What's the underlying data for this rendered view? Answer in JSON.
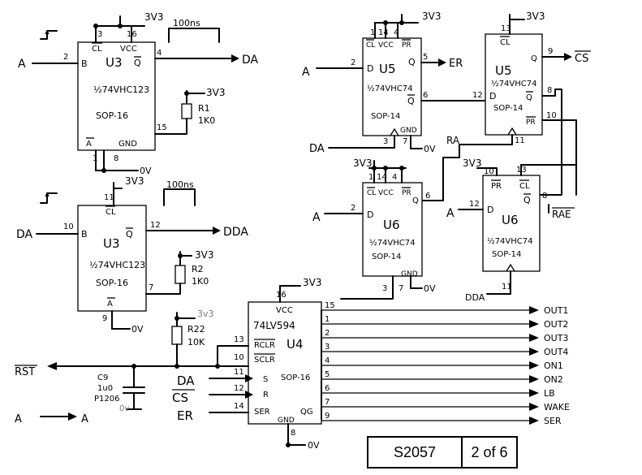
{
  "title_block": {
    "drawing_number": "S2057",
    "sheet": "2 of 6"
  },
  "power": {
    "vcc": "3V3",
    "vcc_u4": "3v3",
    "vcc_r2": "3V3",
    "gnd": "0V",
    "gnd_lc": "0v"
  },
  "u3a": {
    "designator": "U3",
    "part": "½74VHC123",
    "package": "SOP-16",
    "pin_cl": "CL",
    "pin_vcc": "VCC",
    "pin_b": "B",
    "pin_qbar": "Q",
    "pin_abar": "A",
    "pin_gnd": "GND",
    "pins": {
      "p3": "3",
      "p16": "16",
      "p2": "2",
      "p4": "4",
      "p15": "15",
      "p1": "1",
      "p8": "8"
    },
    "input": "A",
    "output": "DA",
    "pulse": "100ns",
    "resistor": "R1",
    "resistor_value": "1K0"
  },
  "u3b": {
    "designator": "U3",
    "part": "½74VHC123",
    "package": "SOP-16",
    "pin_cl": "CL",
    "pin_b": "B",
    "pin_qbar": "Q",
    "pin_abar": "A",
    "pins": {
      "p11": "11",
      "p10": "10",
      "p12": "12",
      "p7": "7",
      "p9": "9"
    },
    "input": "DA",
    "output": "DDA",
    "pulse": "100ns",
    "resistor": "R2",
    "resistor_value": "1K0"
  },
  "u5a": {
    "designator": "U5",
    "part": "½74VHC74",
    "package": "SOP-14",
    "pin_cl": "CL",
    "pin_vcc": "VCC",
    "pin_pr": "PR",
    "pin_d": "D",
    "pin_q": "Q",
    "pin_qbar": "Q",
    "pin_gnd": "GND",
    "pins": {
      "p1": "1",
      "p14": "14",
      "p4": "4",
      "p2": "2",
      "p5": "5",
      "p6": "6",
      "p3": "3",
      "p7": "7"
    },
    "input_d": "A",
    "input_clk": "DA",
    "output": "ER"
  },
  "u5b": {
    "designator": "U5",
    "part": "½74VHC74",
    "package": "SOP-14",
    "pin_cl": "CL",
    "pin_d": "D",
    "pin_q": "Q",
    "pin_qbar": "Q",
    "pin_pr": "PR",
    "pins": {
      "p13": "13",
      "p9": "9",
      "p12": "12",
      "p8": "8",
      "p10": "10",
      "p11": "11"
    },
    "output": "CS",
    "net_ra": "RA"
  },
  "u6a": {
    "designator": "U6",
    "part": "½74VHC74",
    "package": "SOP-14",
    "pin_cl": "CL",
    "pin_vcc": "VCC",
    "pin_pr": "PR",
    "pin_d": "D",
    "pin_q": "Q",
    "pin_gnd": "GND",
    "pins": {
      "p1": "1",
      "p14": "14",
      "p4": "4",
      "p2": "2",
      "p6": "6",
      "p3": "3",
      "p7": "7"
    },
    "input_d": "A"
  },
  "u6b": {
    "designator": "U6",
    "part": "½74VHC74",
    "package": "SOP-14",
    "pin_pr": "PR",
    "pin_cl": "CL",
    "pin_d": "D",
    "pin_qbar": "Q",
    "pins": {
      "p10": "10",
      "p13": "13",
      "p12": "12",
      "p8": "8",
      "p11": "11"
    },
    "input_d": "A",
    "input_clk": "DDA",
    "output": "RAE"
  },
  "u4": {
    "designator": "U4",
    "part": "74LV594",
    "package": "SOP-16",
    "pin_vcc": "VCC",
    "pin_rclr": "RCLR",
    "pin_sclr": "SCLR",
    "pin_s": "S",
    "pin_r": "R",
    "pin_ser": "SER",
    "pin_gnd": "GND",
    "pin_qg": "QG",
    "pins": {
      "p16": "16",
      "p13": "13",
      "p10": "10",
      "p11": "11",
      "p12": "12",
      "p14": "14",
      "p8": "8"
    },
    "inputs": {
      "da": "DA",
      "cs": "CS",
      "er": "ER"
    },
    "reset": "RST",
    "resistor": "R22",
    "resistor_value": "10K",
    "cap": "C9",
    "cap_value": "1u0",
    "cap_package": "P1206",
    "outputs": [
      {
        "pin": "15",
        "name": "OUT1"
      },
      {
        "pin": "1",
        "name": "OUT2"
      },
      {
        "pin": "2",
        "name": "OUT3"
      },
      {
        "pin": "3",
        "name": "OUT4"
      },
      {
        "pin": "4",
        "name": "ON1"
      },
      {
        "pin": "5",
        "name": "ON2"
      },
      {
        "pin": "6",
        "name": "LB"
      },
      {
        "pin": "7",
        "name": "WAKE"
      },
      {
        "pin": "9",
        "name": "SER"
      }
    ]
  },
  "net_a": {
    "from": "A",
    "to": "A"
  }
}
